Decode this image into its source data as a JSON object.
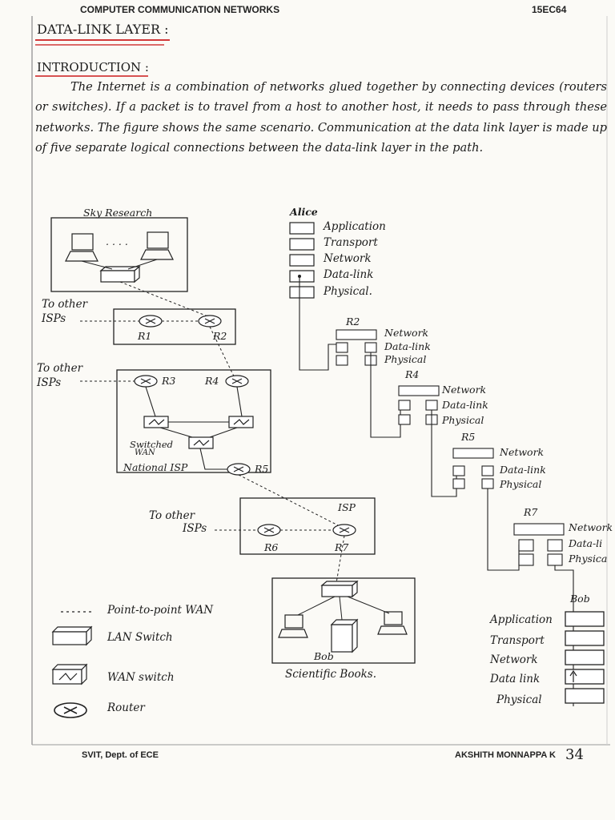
{
  "header": {
    "course": "COMPUTER COMMUNICATION NETWORKS",
    "code": "15EC64"
  },
  "footer": {
    "dept": "SVIT, Dept. of ECE",
    "author": "AKSHITH MONNAPPA K",
    "page": "34"
  },
  "title": "DATA-LINK LAYER :",
  "section": "INTRODUCTION :",
  "paragraph": "The Internet is a combination of networks glued together by connecting devices (routers or switches). If a packet is to travel from a host to another host, it needs to pass through these networks. The figure shows the same scenario. Communication at the data link layer is made up of five separate logical connections between the data-link layer in the path.",
  "figure": {
    "sky_research": "Sky Research",
    "dots": ". . . .",
    "to_other_isps_1": "To other",
    "isps_1": "ISPs",
    "to_other_isps_2": "To other",
    "isps_2": "ISPs",
    "to_other_isps_3": "To other",
    "isps_3": "ISPs",
    "r1": "R1",
    "r2": "R2",
    "r3": "R3",
    "r4": "R4",
    "r5": "R5",
    "r6": "R6",
    "r7": "R7",
    "switched_wan": "Switched",
    "wan": "WAN",
    "national_isp": "National ISP",
    "isp": "ISP",
    "bob_host": "Bob",
    "scientific_books": "Scientific Books.",
    "alice": "Alice",
    "alice_layers": [
      "Application",
      "Transport",
      "Network",
      "Data-link",
      "Physical."
    ],
    "r2_label": "R2",
    "r2_layers": [
      "Network",
      "Data-link",
      "Physical"
    ],
    "r4_label": "R4",
    "r4_layers": [
      "Network",
      "Data-link",
      "Physical"
    ],
    "r5_label": "R5",
    "r5_layers": [
      "Network",
      "Data-link",
      "Physical"
    ],
    "r7_label": "R7",
    "r7_layers": [
      "Network",
      "Data-li",
      "Physica"
    ],
    "bob": "Bob",
    "bob_layers": [
      "Application",
      "Transport",
      "Network",
      "Data link",
      "Physical"
    ]
  },
  "legend": {
    "ptp": "Point-to-point WAN",
    "lan_switch": "LAN Switch",
    "wan_switch": "WAN switch",
    "router": "Router"
  }
}
